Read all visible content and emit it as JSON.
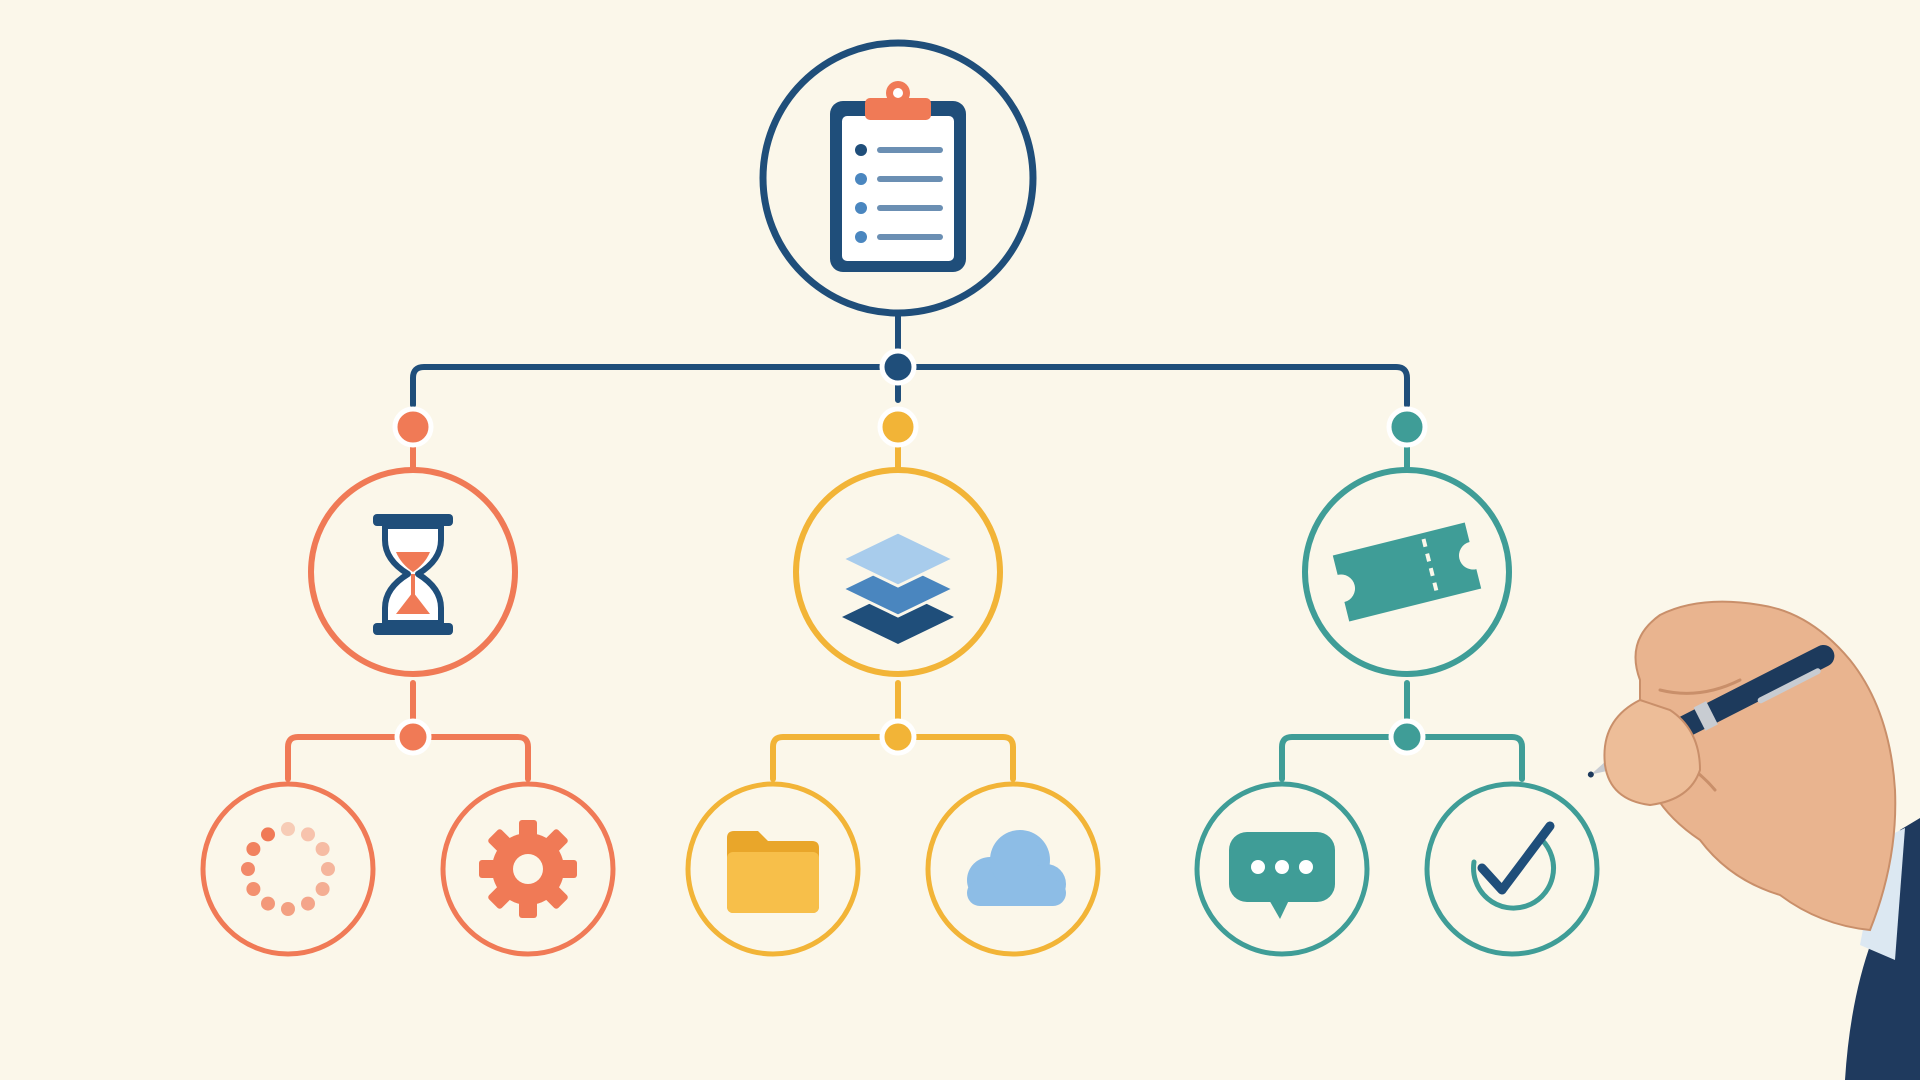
{
  "colors": {
    "background": "#fbf7ea",
    "root": "#1f4e7a",
    "root_light": "#4a86bf",
    "accent_orange": "#f07a56",
    "accent_yellow": "#f2b437",
    "accent_teal": "#3f9d97",
    "clipboard_clip": "#f07a56",
    "layers_light": "#a8ccec",
    "cloud": "#8dbde6",
    "skin": "#e9b48f",
    "pen": "#1d3a5c",
    "sleeve": "#1f3a5e"
  },
  "diagram": {
    "root": {
      "icon": "clipboard-checklist-icon"
    },
    "branches": [
      {
        "key": "left",
        "color_key": "accent_orange",
        "icon": "hourglass-icon",
        "children": [
          {
            "icon": "loading-spinner-icon"
          },
          {
            "icon": "gear-icon"
          }
        ]
      },
      {
        "key": "middle",
        "color_key": "accent_yellow",
        "icon": "layers-stack-icon",
        "children": [
          {
            "icon": "folder-icon"
          },
          {
            "icon": "cloud-icon"
          }
        ]
      },
      {
        "key": "right",
        "color_key": "accent_teal",
        "icon": "ticket-icon",
        "children": [
          {
            "icon": "chat-bubble-icon"
          },
          {
            "icon": "checkmark-icon"
          }
        ]
      }
    ],
    "decoration": {
      "illustration": "hand-holding-pen"
    }
  }
}
